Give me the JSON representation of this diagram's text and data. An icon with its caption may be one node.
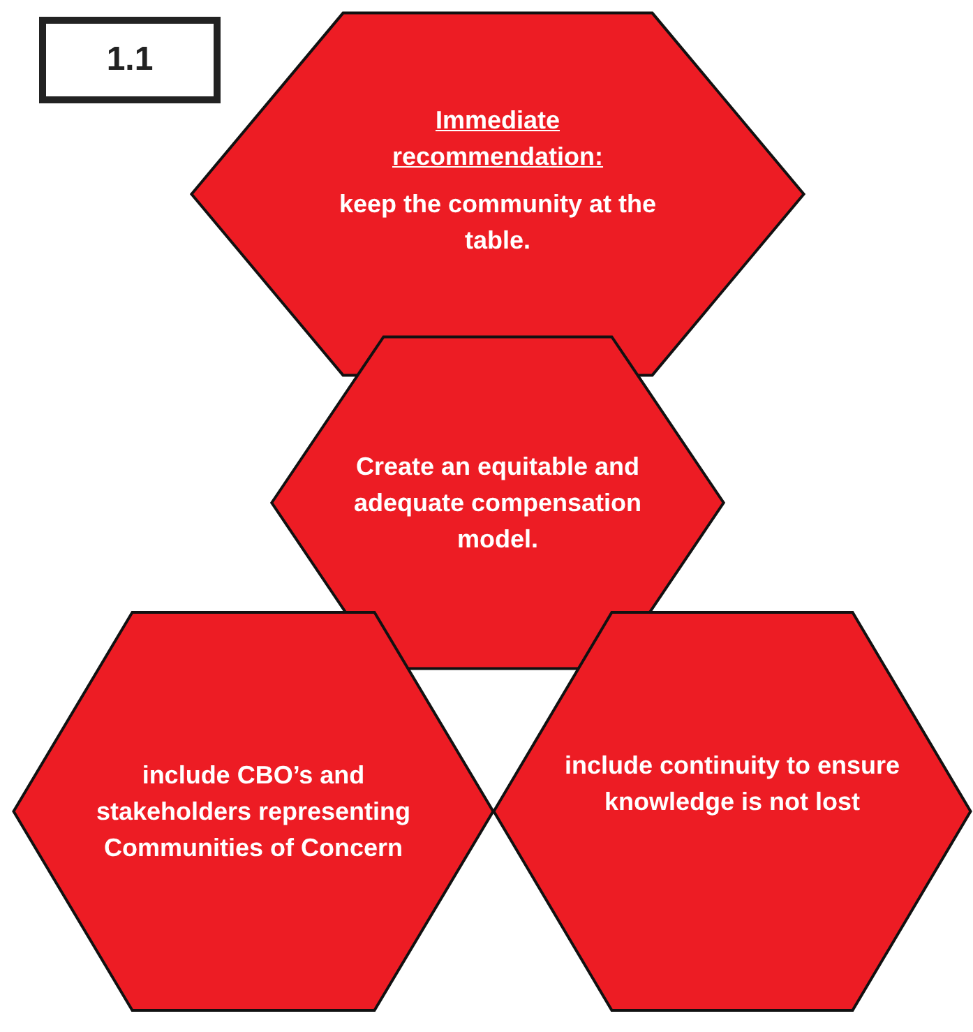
{
  "diagram": {
    "nodes": [
      {
        "text": [
          "1.1"
        ]
      },
      {
        "text": [
          "Immediate recommendation:",
          "keep the community at the table."
        ]
      },
      {
        "text": [
          "Create an equitable and adequate compensation model."
        ]
      },
      {
        "text": [
          "include CBO’s and stakeholders representing Communities of Concern"
        ]
      },
      {
        "text": [
          "include continuity to ensure knowledge is not lost"
        ]
      }
    ],
    "edges": []
  }
}
